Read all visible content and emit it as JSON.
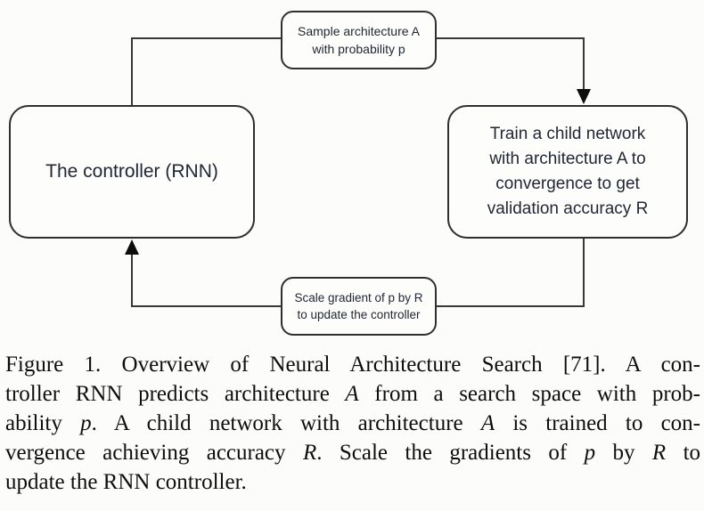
{
  "figure": {
    "nodes": {
      "sample": "Sample architecture A\nwith probability p",
      "controller": "The controller (RNN)",
      "train": "Train a child network\nwith architecture A to\nconvergence to get\nvalidation accuracy R",
      "scale": "Scale gradient of p by R\nto update the controller"
    },
    "colors": {
      "background": "#fcfcfa",
      "node_border": "#2f2f2f",
      "node_text": "#222733",
      "connector": "#383838",
      "arrowhead": "#0d0d0d",
      "caption_text": "#0e0e0e"
    }
  },
  "caption": {
    "full_text": "Figure 1. Overview of Neural Architecture Search [71]. A controller RNN predicts architecture A from a search space with probability p. A child network with architecture A is trained to convergence achieving accuracy R. Scale the gradients of p by R to update the RNN controller.",
    "lines": [
      [
        {
          "t": "Figure 1. Overview of Neural Architecture Search [71]. A con-"
        }
      ],
      [
        {
          "t": "troller RNN predicts architecture "
        },
        {
          "t": "A",
          "i": true
        },
        {
          "t": " from a search space with prob-"
        }
      ],
      [
        {
          "t": "ability "
        },
        {
          "t": "p",
          "i": true
        },
        {
          "t": ". A child network with architecture "
        },
        {
          "t": "A",
          "i": true
        },
        {
          "t": " is trained to con-"
        }
      ],
      [
        {
          "t": "vergence achieving accuracy "
        },
        {
          "t": "R",
          "i": true
        },
        {
          "t": ". Scale the gradients of "
        },
        {
          "t": "p",
          "i": true
        },
        {
          "t": " by "
        },
        {
          "t": "R",
          "i": true
        },
        {
          "t": " to"
        }
      ],
      [
        {
          "t": "update the RNN controller."
        }
      ]
    ]
  }
}
